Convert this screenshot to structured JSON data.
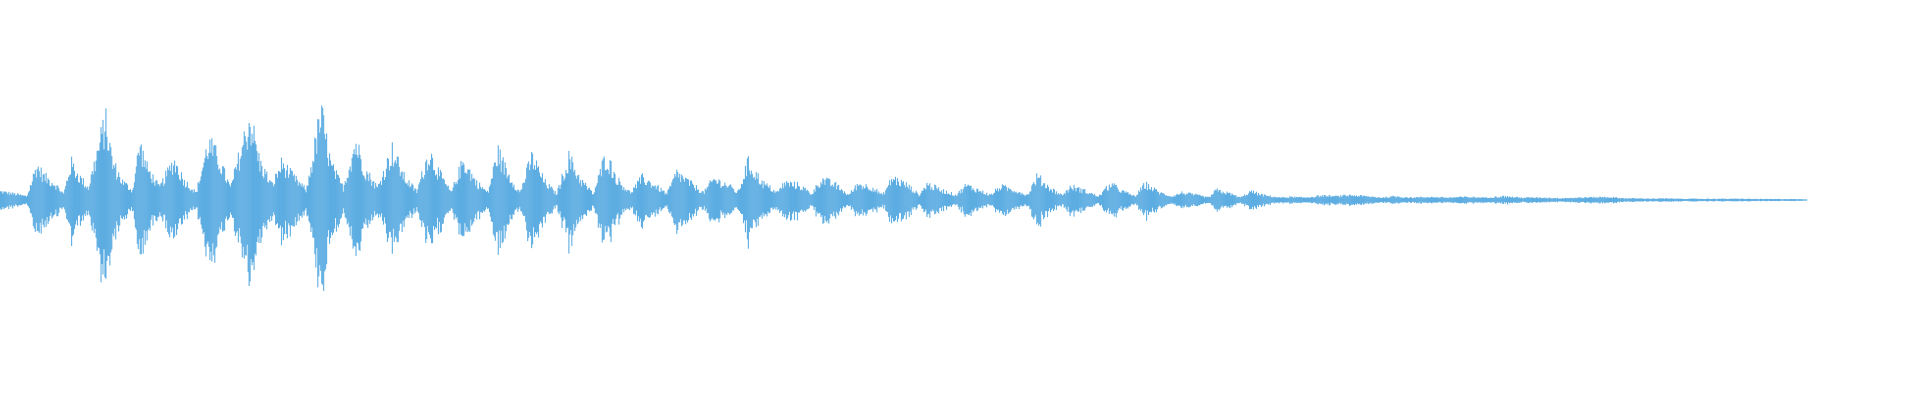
{
  "waveform": {
    "color": "#5dade2",
    "background": "#ffffff",
    "envelope_top": [
      [
        0,
        0.07
      ],
      [
        12,
        0.05
      ],
      [
        22,
        0.03
      ],
      [
        30,
        0.28
      ],
      [
        36,
        0.19
      ],
      [
        44,
        0.14
      ],
      [
        52,
        0.05
      ],
      [
        58,
        0.3
      ],
      [
        64,
        0.2
      ],
      [
        72,
        0.1
      ],
      [
        86,
        0.64
      ],
      [
        92,
        0.3
      ],
      [
        100,
        0.15
      ],
      [
        108,
        0.08
      ],
      [
        114,
        0.45
      ],
      [
        120,
        0.26
      ],
      [
        130,
        0.1
      ],
      [
        142,
        0.32
      ],
      [
        150,
        0.16
      ],
      [
        160,
        0.06
      ],
      [
        170,
        0.46
      ],
      [
        178,
        0.34
      ],
      [
        188,
        0.1
      ],
      [
        204,
        0.66
      ],
      [
        212,
        0.3
      ],
      [
        222,
        0.12
      ],
      [
        230,
        0.3
      ],
      [
        238,
        0.2
      ],
      [
        250,
        0.08
      ],
      [
        262,
        0.7
      ],
      [
        270,
        0.28
      ],
      [
        280,
        0.1
      ],
      [
        290,
        0.47
      ],
      [
        298,
        0.24
      ],
      [
        308,
        0.1
      ],
      [
        320,
        0.4
      ],
      [
        330,
        0.18
      ],
      [
        340,
        0.07
      ],
      [
        350,
        0.39
      ],
      [
        358,
        0.22
      ],
      [
        368,
        0.06
      ],
      [
        378,
        0.32
      ],
      [
        388,
        0.15
      ],
      [
        398,
        0.06
      ],
      [
        406,
        0.39
      ],
      [
        414,
        0.22
      ],
      [
        424,
        0.06
      ],
      [
        434,
        0.35
      ],
      [
        444,
        0.15
      ],
      [
        454,
        0.05
      ],
      [
        464,
        0.34
      ],
      [
        474,
        0.16
      ],
      [
        484,
        0.05
      ],
      [
        494,
        0.36
      ],
      [
        504,
        0.16
      ],
      [
        514,
        0.06
      ],
      [
        524,
        0.18
      ],
      [
        534,
        0.12
      ],
      [
        544,
        0.05
      ],
      [
        552,
        0.22
      ],
      [
        564,
        0.13
      ],
      [
        574,
        0.06
      ],
      [
        582,
        0.17
      ],
      [
        594,
        0.12
      ],
      [
        602,
        0.06
      ],
      [
        610,
        0.3
      ],
      [
        622,
        0.14
      ],
      [
        634,
        0.06
      ],
      [
        640,
        0.14
      ],
      [
        652,
        0.12
      ],
      [
        662,
        0.05
      ],
      [
        670,
        0.17
      ],
      [
        682,
        0.12
      ],
      [
        692,
        0.04
      ],
      [
        700,
        0.13
      ],
      [
        712,
        0.1
      ],
      [
        720,
        0.04
      ],
      [
        728,
        0.18
      ],
      [
        740,
        0.12
      ],
      [
        750,
        0.04
      ],
      [
        756,
        0.13
      ],
      [
        768,
        0.08
      ],
      [
        780,
        0.04
      ],
      [
        788,
        0.12
      ],
      [
        798,
        0.08
      ],
      [
        808,
        0.04
      ],
      [
        816,
        0.11
      ],
      [
        828,
        0.08
      ],
      [
        838,
        0.04
      ],
      [
        846,
        0.19
      ],
      [
        856,
        0.1
      ],
      [
        866,
        0.04
      ],
      [
        874,
        0.11
      ],
      [
        886,
        0.07
      ],
      [
        896,
        0.03
      ],
      [
        906,
        0.13
      ],
      [
        916,
        0.07
      ],
      [
        926,
        0.03
      ],
      [
        934,
        0.13
      ],
      [
        946,
        0.06
      ],
      [
        956,
        0.03
      ],
      [
        964,
        0.06
      ],
      [
        976,
        0.04
      ],
      [
        986,
        0.02
      ],
      [
        992,
        0.08
      ],
      [
        1004,
        0.05
      ],
      [
        1012,
        0.02
      ],
      [
        1020,
        0.07
      ],
      [
        1030,
        0.04
      ],
      [
        1044,
        0.02
      ],
      [
        1052,
        0.025
      ],
      [
        1064,
        0.02
      ],
      [
        1078,
        0.035
      ],
      [
        1090,
        0.03
      ],
      [
        1102,
        0.04
      ],
      [
        1114,
        0.03
      ],
      [
        1128,
        0.02
      ],
      [
        1138,
        0.03
      ],
      [
        1150,
        0.02
      ],
      [
        1166,
        0.025
      ],
      [
        1180,
        0.02
      ],
      [
        1196,
        0.025
      ],
      [
        1210,
        0.02
      ],
      [
        1226,
        0.03
      ],
      [
        1240,
        0.02
      ],
      [
        1258,
        0.02
      ],
      [
        1272,
        0.015
      ],
      [
        1290,
        0.02
      ],
      [
        1310,
        0.025
      ],
      [
        1324,
        0.015
      ],
      [
        1340,
        0.012
      ],
      [
        1360,
        0.012
      ],
      [
        1380,
        0.01
      ],
      [
        1400,
        0.01
      ],
      [
        1420,
        0.01
      ],
      [
        1440,
        0.008
      ],
      [
        1460,
        0.008
      ],
      [
        1472,
        0.006
      ],
      [
        1474,
        0.0
      ]
    ]
  }
}
